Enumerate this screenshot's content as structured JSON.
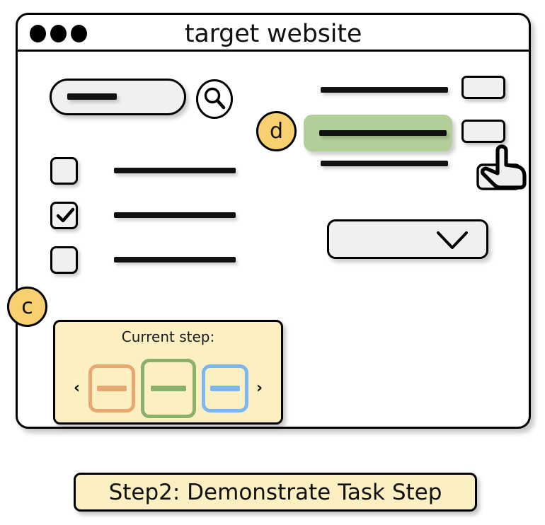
{
  "window": {
    "title": "target website",
    "traffic_lights": [
      "close-dot",
      "minimize-dot",
      "maximize-dot"
    ]
  },
  "toolbar": {
    "search_input_placeholder": "",
    "search_input_value": "",
    "search_icon": "search-icon"
  },
  "checkbox_list": [
    {
      "checked": false,
      "label": ""
    },
    {
      "checked": true,
      "label": ""
    },
    {
      "checked": false,
      "label": ""
    }
  ],
  "right_panel": {
    "rows": [
      {
        "highlighted": false,
        "has_button": true,
        "label": ""
      },
      {
        "highlighted": true,
        "has_button": true,
        "label": ""
      },
      {
        "highlighted": false,
        "has_button": false,
        "label": ""
      }
    ],
    "highlight_color": "#b3cf99",
    "dropdown": {
      "selected": "",
      "icon": "chevron-down-icon"
    }
  },
  "cursor": {
    "icon": "pointing-hand-cursor",
    "target": "second-mini-button"
  },
  "callouts": [
    {
      "id": "c",
      "label": "c",
      "color": "#f7d070",
      "points_to": "current-step-panel"
    },
    {
      "id": "d",
      "label": "d",
      "color": "#f7d070",
      "points_to": "highlighted-row"
    }
  ],
  "step_panel": {
    "title": "Current step:",
    "background": "#fcf0c3",
    "prev_arrow": "‹",
    "next_arrow": "›",
    "cards": [
      {
        "color": "#e8a871",
        "active": false,
        "name": "step-card-previous"
      },
      {
        "color": "#8ab06a",
        "active": true,
        "name": "step-card-current"
      },
      {
        "color": "#7cb8f0",
        "active": false,
        "name": "step-card-next"
      }
    ]
  },
  "caption": {
    "text": "Step2: Demonstrate Task Step",
    "background": "#fcf0c3"
  }
}
